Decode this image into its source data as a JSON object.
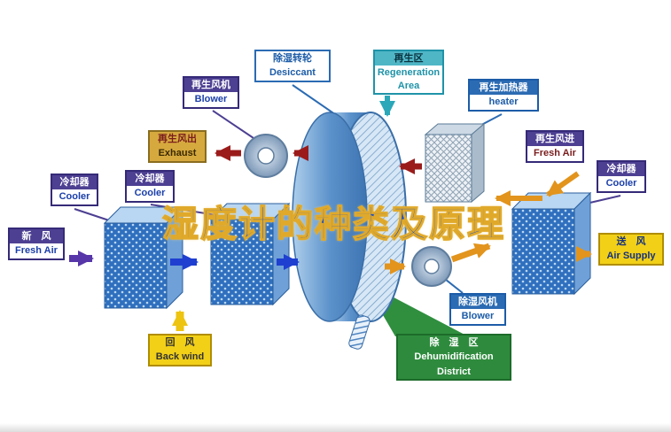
{
  "title": "湿度计的种类及原理",
  "labels": {
    "desiccant": {
      "top": "除湿转轮",
      "bottom": "Desiccant"
    },
    "regen_area": {
      "top": "再生区",
      "bottom": "Regeneration Area"
    },
    "regen_blower": {
      "top": "再生风机",
      "bottom": "Blower"
    },
    "regen_heater": {
      "top": "再生加热器",
      "bottom": "heater"
    },
    "exhaust": {
      "top": "再生风出",
      "bottom": "Exhaust"
    },
    "regen_fresh_air": {
      "top": "再生风进",
      "bottom": "Fresh Air"
    },
    "cooler_left_outer": {
      "top": "冷却器",
      "bottom": "Cooler"
    },
    "cooler_left_inner": {
      "top": "冷却器",
      "bottom": "Cooler"
    },
    "cooler_right": {
      "top": "冷却器",
      "bottom": "Cooler"
    },
    "fresh_air_in": {
      "top": "新　风",
      "bottom": "Fresh Air"
    },
    "air_supply": {
      "top": "送　风",
      "bottom": "Air Supply"
    },
    "back_wind": {
      "top": "回　风",
      "bottom": "Back wind"
    },
    "dehumid_blower": {
      "top": "除湿风机",
      "bottom": "Blower"
    },
    "dehumid_district": {
      "line1": "除　湿　区",
      "line2": "Dehumidification",
      "line3": "District"
    }
  },
  "colors": {
    "label_purple": "#4d3f92",
    "label_blue": "#2b6bb3",
    "label_teal": "#4fb6c6",
    "label_tan": "#d6a93e",
    "label_yellow": "#f2d018",
    "label_green": "#2e8b3d",
    "arrow_red": "#9b1b1b",
    "arrow_blue": "#1f3fd0",
    "arrow_purple": "#5636a8",
    "arrow_orange": "#e2941c",
    "arrow_yellow": "#edc410",
    "arrow_teal": "#2aa7b8",
    "title_blue": "#1c52c8",
    "title_gold": "#e0a92a"
  }
}
